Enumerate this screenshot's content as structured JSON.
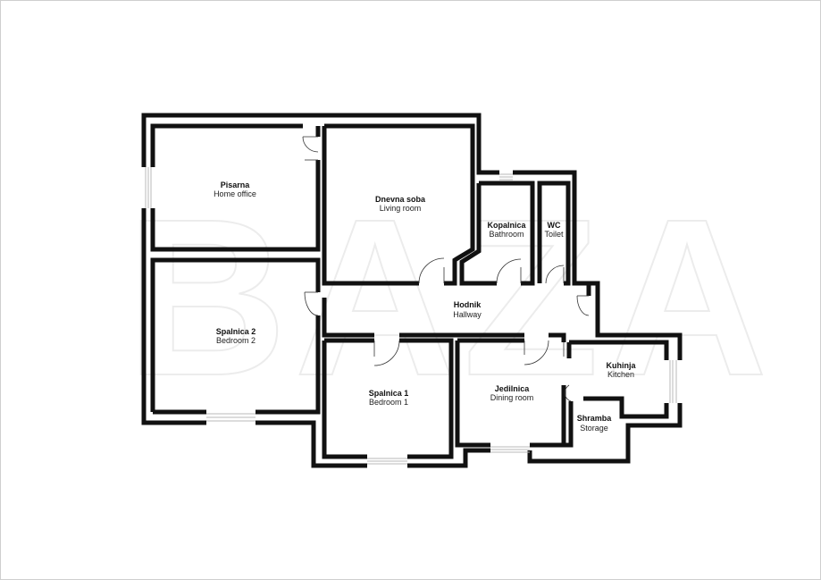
{
  "watermark": "BAZA",
  "rooms": [
    {
      "id": "home-office",
      "name": "Pisarna",
      "subtitle": "Home office"
    },
    {
      "id": "living-room",
      "name": "Dnevna soba",
      "subtitle": "Living room"
    },
    {
      "id": "bathroom",
      "name": "Kopalnica",
      "subtitle": "Bathroom"
    },
    {
      "id": "toilet",
      "name": "WC",
      "subtitle": "Toilet"
    },
    {
      "id": "hallway",
      "name": "Hodnik",
      "subtitle": "Hallway"
    },
    {
      "id": "bedroom-2",
      "name": "Spalnica 2",
      "subtitle": "Bedroom 2"
    },
    {
      "id": "bedroom-1",
      "name": "Spalnica 1",
      "subtitle": "Bedroom 1"
    },
    {
      "id": "dining-room",
      "name": "Jedilnica",
      "subtitle": "Dining room"
    },
    {
      "id": "kitchen",
      "name": "Kuhinja",
      "subtitle": "Kitchen"
    },
    {
      "id": "storage",
      "name": "Shramba",
      "subtitle": "Storage"
    }
  ]
}
